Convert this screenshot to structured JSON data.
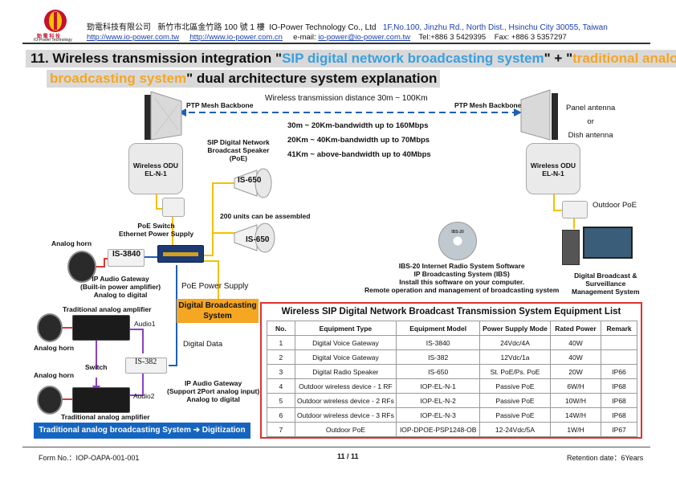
{
  "header": {
    "company_cn": "勁電科技有限公司",
    "address_cn": "新竹市北區金竹路 100 號 1 樓",
    "company_en": "IO-Power Technology Co., Ltd",
    "address_en": "1F,No.100, Jinzhu Rd., North Dist., Hsinchu City 30055, Taiwan",
    "url_tw": "http://www.io-power.com.tw",
    "url_cn": "http://www.io-power.com.cn",
    "email_label": "e-mail:",
    "email": "io-power@io-power.com.tw",
    "tel": "Tel:+886 3 5429395",
    "fax": "Fax: +886 3 5357297",
    "logo_cn": "勁 電 科 技",
    "logo_en": "IO-Power Technology"
  },
  "title": {
    "line1_a": "11. Wireless transmission integration \"",
    "line1_b": "SIP digital network broadcasting system",
    "line1_c": "\" + \"",
    "line1_d": "traditional analog",
    "line2_a": "broadcasting system",
    "line2_b": "\" dual architecture system explanation"
  },
  "diagram": {
    "ptp_left": "PTP Mesh Backbone",
    "ptp_right": "PTP Mesh Backbone",
    "distance": "Wireless transmission distance 30m ~ 100Km",
    "bw1": "30m ~ 20Km-bandwidth up to 160Mbps",
    "bw2": "20Km ~ 40Km-bandwidth up to 70Mbps",
    "bw3": "41Km ~ above-bandwidth up to 40Mbps",
    "panel1": "Panel antenna",
    "panel2": "or",
    "panel3": "Dish antenna",
    "odu_left_1": "Wireless ODU",
    "odu_left_2": "EL-N-1",
    "odu_right_1": "Wireless ODU",
    "odu_right_2": "EL-N-1",
    "sip_speaker_1": "SIP Digital Network",
    "sip_speaker_2": "Broadcast Speaker",
    "sip_speaker_3": "(PoE)",
    "is650_top": "IS-650",
    "is650_bottom": "IS-650",
    "units": "200 units can be assembled",
    "poe_switch_1": "PoE Switch",
    "poe_switch_2": "Ethernet Power Supply",
    "outdoor_poe": "Outdoor PoE",
    "analog_horn_top": "Analog horn",
    "is3840": "IS-3840",
    "ipag_1": "IP Audio Gateway",
    "ipag_2": "(Built-in power amplifier)",
    "ipag_3": "Analog to digital",
    "poe_power": "PoE Power Supply",
    "digital_bc_1": "Digital Broadcasting",
    "digital_bc_2": "System",
    "trad_amp_top": "Traditional analog amplifier",
    "audio1": "Audio1",
    "analog_horn_mid": "Analog horn",
    "digital_data": "Digital Data",
    "switch": "Switch",
    "is382": "IS-382",
    "analog_horn_bot": "Analog horn",
    "audio2": "Audio2",
    "ipag2_1": "IP Audio Gateway",
    "ipag2_2": "(Support 2Port analog input)",
    "ipag2_3": "Analog to digital",
    "trad_amp_bot": "Traditional analog amplifier",
    "banner": "Traditional analog broadcasting System ➔ Digitization",
    "cd_label": "IBS-20",
    "sw_1": "IBS-20 Internet Radio System Software",
    "sw_2": "IP Broadcasting System (IBS)",
    "sw_3": "Install this software on your computer.",
    "sw_4": "Remote operation and management of broadcasting system",
    "dbm_1": "Digital Broadcast &",
    "dbm_2": "Surveillance",
    "dbm_3": "Management System"
  },
  "equipment": {
    "title": "Wireless SIP Digital Network Broadcast Transmission System Equipment List",
    "headers": [
      "No.",
      "Equipment Type",
      "Equipment Model",
      "Power Supply Mode",
      "Rated Power",
      "Remark"
    ],
    "rows": [
      [
        "1",
        "Digital Voice Gateway",
        "IS-3840",
        "24Vdc/4A",
        "40W",
        ""
      ],
      [
        "2",
        "Digital Voice Gateway",
        "IS-382",
        "12Vdc/1a",
        "40W",
        ""
      ],
      [
        "3",
        "Digital Radio Speaker",
        "IS-650",
        "St. PoE/Ps. PoE",
        "20W",
        "IP66"
      ],
      [
        "4",
        "Outdoor wireless device - 1 RF",
        "IOP-EL-N-1",
        "Passive PoE",
        "6W/H",
        "IP68"
      ],
      [
        "5",
        "Outdoor wireless device - 2 RFs",
        "IOP-EL-N-2",
        "Passive PoE",
        "10W/H",
        "IP68"
      ],
      [
        "6",
        "Outdoor wireless device - 3 RFs",
        "IOP-EL-N-3",
        "Passive PoE",
        "14W/H",
        "IP68"
      ],
      [
        "7",
        "Outdoor PoE",
        "IOP-DPOE-PSP1248-OB",
        "12-24Vdc/5A",
        "1W/H",
        "IP67"
      ]
    ]
  },
  "footer": {
    "form_no": "Form No.：IOP-OAPA-001-001",
    "page": "11 / 11",
    "retention": "Retention date：6Years"
  },
  "colors": {
    "sip_blue": "#3aa0e0",
    "analog_orange": "#f5a623",
    "title_bg": "#d9d9d9",
    "banner_blue": "#1565c0",
    "table_border": "#e03030",
    "wireless_line": "#1e5fb4",
    "purple_arrow": "#8a3fc6"
  }
}
